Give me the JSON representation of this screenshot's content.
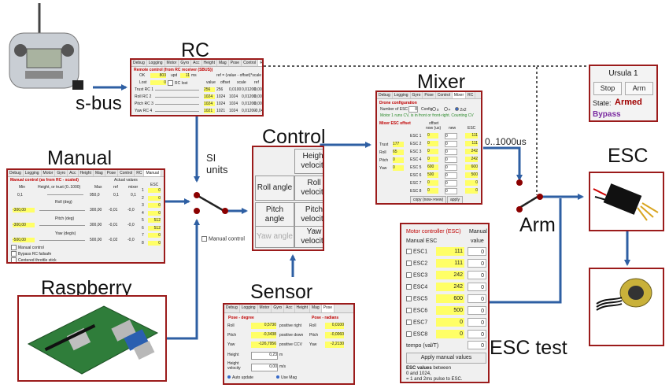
{
  "labels": {
    "rc": "RC",
    "sbus": "s-bus",
    "manual": "Manual",
    "raspberry": "Raspberry",
    "control": "Control",
    "sensor": "Sensor",
    "mixer": "Mixer",
    "esc": "ESC",
    "arm": "Arm",
    "motor": "motor",
    "esc_test": "ESC test",
    "si_units": "SI\nunits",
    "range": "0..1000us"
  },
  "rc_panel": {
    "tabs": [
      "Debug",
      "Logging",
      "Motor",
      "Gyro",
      "Acc",
      "Height",
      "Mag",
      "Pose",
      "Control",
      "RC",
      "Manual"
    ],
    "active_tab": "RC",
    "title": "Remote control (from RC receiver (SBUS))",
    "ok_label": "OK",
    "ok_value": "803",
    "upd_label": "upd",
    "upd_value": "11",
    "upd_unit": "ms",
    "ref_note": "ref = (value - offset)*scale",
    "lost_label": "Lost",
    "lost_value": "0",
    "rc_lost": "RC lost",
    "col_value": "value",
    "col_offset": "offset",
    "col_scale": "scale",
    "col_ref": "ref",
    "rows": [
      {
        "name": "Trust RC 1",
        "bar": "256",
        "value": "256",
        "offset": "0,0100",
        "scale": "0,01200",
        "ref": "0,00"
      },
      {
        "name": "Roll RC 2",
        "bar": "1024",
        "value": "1024",
        "offset": "1024",
        "scale": "0,01200",
        "ref": "0,00"
      },
      {
        "name": "Pitch RC 3",
        "bar": "1024",
        "value": "1024",
        "offset": "1024",
        "scale": "0,01200",
        "ref": "0,00"
      },
      {
        "name": "Yaw RC 4",
        "bar": "1021",
        "value": "1021",
        "offset": "1024",
        "scale": "0,01200",
        "ref": "-0,04"
      }
    ]
  },
  "manual_panel": {
    "tabs": [
      "Debug",
      "Logging",
      "Motor",
      "Gyro",
      "Acc",
      "Height",
      "Mag",
      "Pose",
      "Control",
      "RC",
      "Manual"
    ],
    "active_tab": "Manual",
    "title": "Manual control (as from RC - scaled)",
    "actual_values": "Actual values",
    "esc_header": "ESC",
    "min_label": "Min",
    "max_label": "Max",
    "ref_label": "ref",
    "mixer_label": "mixer",
    "height_label": "Height, or trust (0..1000)",
    "height_min": "0,1",
    "height_max": "950,0",
    "height_ref": "0,1",
    "height_mixer": "0,1",
    "roll_label": "Roll (deg)",
    "roll_min": "-300,00",
    "roll_max": "300,00",
    "roll_ref": "-0,01",
    "roll_mixer": "-0,0",
    "pitch_label": "Pitch (deg)",
    "pitch_min": "-300,00",
    "pitch_max": "300,00",
    "pitch_ref": "-0,01",
    "pitch_mixer": "-0,0",
    "yaw_label": "Yaw (deg/s)",
    "yaw_min": "-500,00",
    "yaw_max": "500,00",
    "yaw_ref": "-0,02",
    "yaw_mixer": "-0,0",
    "esc_values": [
      [
        "1",
        "0"
      ],
      [
        "2",
        "0"
      ],
      [
        "3",
        "0"
      ],
      [
        "4",
        "0"
      ],
      [
        "5",
        "512"
      ],
      [
        "6",
        "512"
      ],
      [
        "7",
        "0"
      ],
      [
        "8",
        "0"
      ]
    ],
    "checks": [
      "Manual control",
      "Bypass RC failsafe",
      "Centered throttle stick"
    ]
  },
  "control_panel": {
    "cells": [
      {
        "label": "Height velocity",
        "disabled": false
      },
      {
        "label": "Roll angle",
        "disabled": false
      },
      {
        "label": "Roll velocity",
        "disabled": false
      },
      {
        "label": "Pitch angle",
        "disabled": false
      },
      {
        "label": "Pitch velocity",
        "disabled": false
      },
      {
        "label": "Yaw angle",
        "disabled": true
      },
      {
        "label": "Yaw velocity",
        "disabled": false
      }
    ],
    "manual_control": "Manual control"
  },
  "sensor_panel": {
    "tabs": [
      "Debug",
      "Logging",
      "Motor",
      "Gyro",
      "Acc",
      "Height",
      "Mag",
      "Pose"
    ],
    "active_tab": "Pose",
    "title_deg": "Pose - degree",
    "title_rad": "Pose - radians",
    "rows": [
      {
        "name": "Roll",
        "value": "0,5730",
        "note": "positive right",
        "rname": "Roll",
        "rvalue": "0,0100"
      },
      {
        "name": "Pitch",
        "value": "-0,3438",
        "note": "positive down",
        "rname": "Pitch",
        "rvalue": "-0,0060"
      },
      {
        "name": "Yaw",
        "value": "-126,7956",
        "note": "positive CCV",
        "rname": "Yaw",
        "rvalue": "-2,2130"
      }
    ],
    "height_label": "Height",
    "height_value": "0,23",
    "height_unit": "m",
    "hvel_label": "Height velocity",
    "hvel_value": "0,00",
    "hvel_unit": "m/s",
    "auto_update": "Auto update",
    "use_mag": "Use Mag"
  },
  "mixer_panel": {
    "tabs": [
      "Debug",
      "Logging",
      "Gyro",
      "Pose",
      "Control",
      "Mixer",
      "RC"
    ],
    "active_tab": "Mixer",
    "title": "Drone configuration",
    "num_esc_label": "Number of ESC",
    "num_esc_value": "8",
    "config_label": "Config",
    "config_opts": [
      "x",
      "+",
      "2x2"
    ],
    "motor_note": "Motor 1 runs CV, is in front or front-right. Counting CV",
    "offset_title": "Mixer ESC offset",
    "col_offset": "offset",
    "col_now": "now (us)",
    "col_new": "new",
    "col_esc": "ESC",
    "inputs": [
      {
        "name": "Trust",
        "value": "177"
      },
      {
        "name": "Roll",
        "value": "65"
      },
      {
        "name": "Pitch",
        "value": "0"
      },
      {
        "name": "Yaw",
        "value": "0"
      }
    ],
    "rows": [
      {
        "name": "ESC 1",
        "now": "0",
        "new": "0",
        "esc": "111"
      },
      {
        "name": "ESC 2",
        "now": "0",
        "new": "0",
        "esc": "111"
      },
      {
        "name": "ESC 3",
        "now": "0",
        "new": "0",
        "esc": "242"
      },
      {
        "name": "ESC 4",
        "now": "0",
        "new": "0",
        "esc": "242"
      },
      {
        "name": "ESC 5",
        "now": "600",
        "new": "0",
        "esc": "600"
      },
      {
        "name": "ESC 6",
        "now": "500",
        "new": "0",
        "esc": "500"
      },
      {
        "name": "ESC 7",
        "now": "0",
        "new": "0",
        "esc": "0"
      },
      {
        "name": "ESC 8",
        "now": "0",
        "new": "0",
        "esc": "0"
      }
    ],
    "copy_btn": "copy (now->new)",
    "apply_btn": "apply"
  },
  "status_panel": {
    "title": "Ursula 1",
    "stop": "Stop",
    "arm": "Arm",
    "state_label": "State:",
    "state_value": "Armed",
    "bypass": "Bypass"
  },
  "esc_test_panel": {
    "title": "Motor controller (ESC)",
    "manual_header": "Manual",
    "manual_esc": "Manual ESC",
    "value_header": "value",
    "rows": [
      {
        "name": "ESC1",
        "value": "111",
        "manual": "0"
      },
      {
        "name": "ESC2",
        "value": "111",
        "manual": "0"
      },
      {
        "name": "ESC3",
        "value": "242",
        "manual": "0"
      },
      {
        "name": "ESC4",
        "value": "242",
        "manual": "0"
      },
      {
        "name": "ESC5",
        "value": "600",
        "manual": "0"
      },
      {
        "name": "ESC6",
        "value": "500",
        "manual": "0"
      },
      {
        "name": "ESC7",
        "value": "0",
        "manual": "0"
      },
      {
        "name": "ESC8",
        "value": "0",
        "manual": "0"
      }
    ],
    "tempo_label": "tempo (val/T)",
    "tempo_value": "0",
    "apply_btn": "Apply manual values",
    "note_bold": "ESC values",
    "note_1": "between",
    "note_2": "0 and 1024,",
    "note_3": "= 1 and 2ms pulse to ESC."
  },
  "colors": {
    "border": "#9b1b1b",
    "arrow": "#2e5fa3",
    "node": "#8b0000",
    "title_red": "#c00000",
    "input_yellow": "#ffff66",
    "armed": "#a00000",
    "bypass": "#7a2aa0"
  }
}
